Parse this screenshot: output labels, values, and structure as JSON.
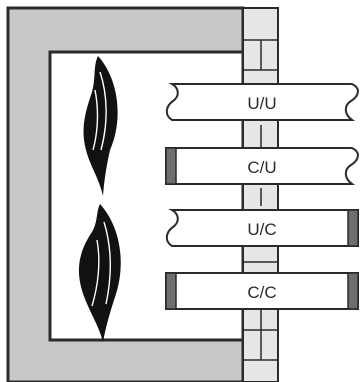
{
  "diagram": {
    "specimens": [
      {
        "label": "U/U",
        "left_end": "uncapped",
        "right_end": "uncapped"
      },
      {
        "label": "C/U",
        "left_end": "capped",
        "right_end": "uncapped"
      },
      {
        "label": "U/C",
        "left_end": "uncapped",
        "right_end": "capped"
      },
      {
        "label": "C/C",
        "left_end": "capped",
        "right_end": "capped"
      }
    ],
    "colors": {
      "wall_fill": "#c8c8c8",
      "outline": "#2a2a2a",
      "flame": "#111111",
      "cap": "#6e6e6e",
      "chamber": "#ffffff"
    }
  }
}
